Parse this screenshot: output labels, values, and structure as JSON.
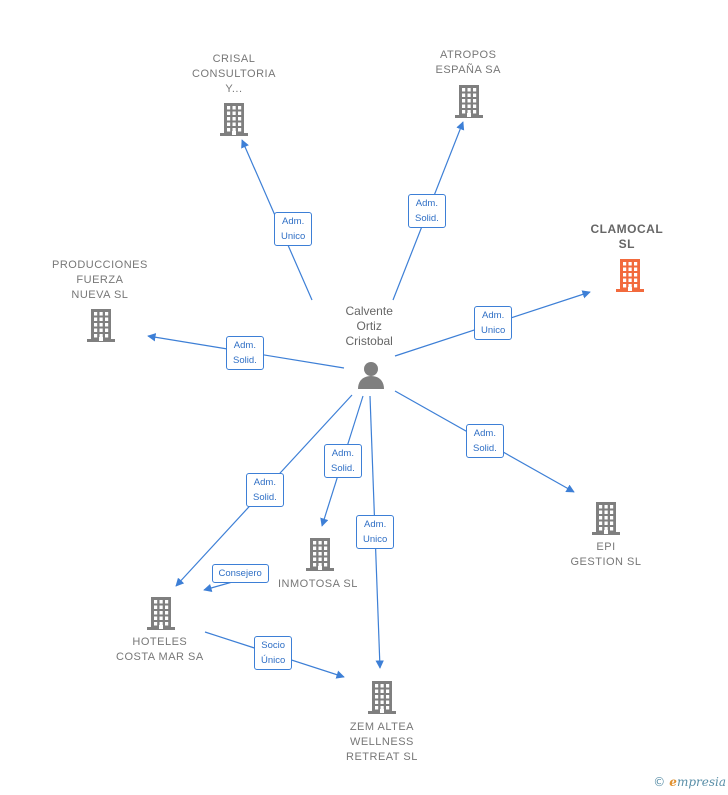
{
  "colors": {
    "edge": "#3d7fd6",
    "building": "#7f7f7f",
    "building_main": "#f26a3d",
    "person": "#7f7f7f"
  },
  "person": {
    "name": "Calvente\nOrtiz\nCristobal",
    "icon": "person-icon"
  },
  "companies": [
    {
      "id": "crisal",
      "name": "CRISAL\nCONSULTORIA\nY...",
      "main": false
    },
    {
      "id": "atropos",
      "name": "ATROPOS\nESPAÑA SA",
      "main": false
    },
    {
      "id": "clamocal",
      "name": "CLAMOCAL\nSL",
      "main": true
    },
    {
      "id": "producciones",
      "name": "PRODUCCIONES\nFUERZA\nNUEVA  SL",
      "main": false
    },
    {
      "id": "epi",
      "name": "EPI\nGESTION SL",
      "main": false
    },
    {
      "id": "inmotosa",
      "name": "INMOTOSA SL",
      "main": false
    },
    {
      "id": "hoteles",
      "name": "HOTELES\nCOSTA MAR SA",
      "main": false
    },
    {
      "id": "zem",
      "name": "ZEM ALTEA\nWELLNESS\nRETREAT  SL",
      "main": false
    }
  ],
  "relations": [
    {
      "from": "person",
      "to": "crisal",
      "label": "Adm.\nUnico"
    },
    {
      "from": "person",
      "to": "atropos",
      "label": "Adm.\nSolid."
    },
    {
      "from": "person",
      "to": "clamocal",
      "label": "Adm.\nUnico"
    },
    {
      "from": "person",
      "to": "producciones",
      "label": "Adm.\nSolid."
    },
    {
      "from": "person",
      "to": "epi",
      "label": "Adm.\nSolid."
    },
    {
      "from": "person",
      "to": "inmotosa",
      "label": "Adm.\nSolid."
    },
    {
      "from": "person",
      "to": "hoteles",
      "label": "Adm.\nSolid."
    },
    {
      "from": "person",
      "to": "zem",
      "label": "Adm.\nUnico"
    },
    {
      "from": "inmotosa",
      "to": "hoteles",
      "label": "Consejero"
    },
    {
      "from": "hoteles",
      "to": "zem",
      "label": "Socio\nÚnico"
    }
  ],
  "footer": {
    "copyright": "©",
    "brand_initial": "e",
    "brand_rest": "mpresia"
  }
}
